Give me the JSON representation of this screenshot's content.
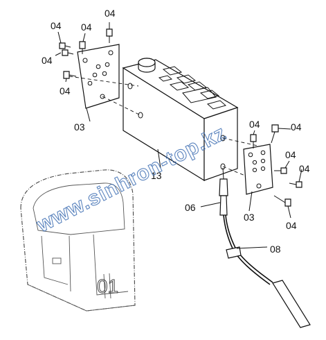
{
  "watermark": "www.sinhron-top.kz",
  "part_labels": [
    {
      "id": "label-04-a",
      "text": "04"
    },
    {
      "id": "label-04-b",
      "text": "04"
    },
    {
      "id": "label-04-c",
      "text": "04"
    },
    {
      "id": "label-04-d",
      "text": "04"
    },
    {
      "id": "label-04-e",
      "text": "04"
    },
    {
      "id": "label-03-left",
      "text": "03"
    },
    {
      "id": "label-13",
      "text": "13"
    },
    {
      "id": "label-04-f",
      "text": "04"
    },
    {
      "id": "label-04-g",
      "text": "04"
    },
    {
      "id": "label-04-h",
      "text": "04"
    },
    {
      "id": "label-04-i",
      "text": "04"
    },
    {
      "id": "label-04-j",
      "text": "04"
    },
    {
      "id": "label-06",
      "text": "06"
    },
    {
      "id": "label-03-right",
      "text": "03"
    },
    {
      "id": "label-08",
      "text": "08"
    }
  ],
  "cab_marking": "01"
}
